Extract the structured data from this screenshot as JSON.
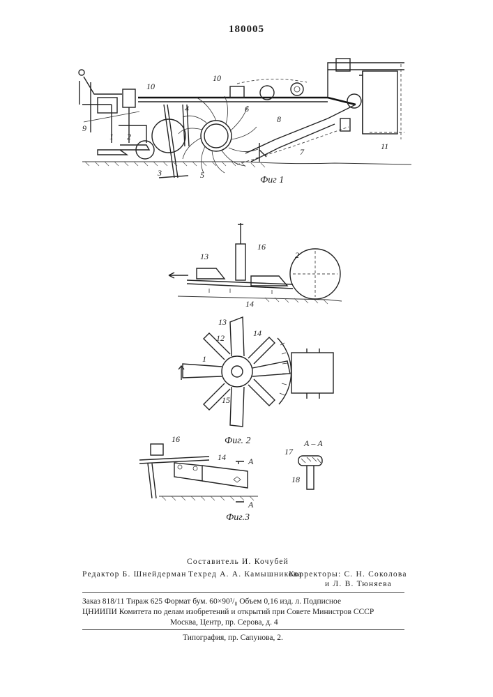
{
  "header": {
    "doc_number": "180005"
  },
  "figures": {
    "fig1": {
      "caption": "Фиг 1",
      "labels": [
        "1",
        "2",
        "3",
        "4",
        "5",
        "6",
        "7",
        "8",
        "9",
        "10",
        "10",
        "11"
      ]
    },
    "fig2": {
      "caption": "Фиг. 2",
      "top_labels": [
        "16",
        "13",
        "2",
        "14"
      ],
      "bottom_labels": [
        "13",
        "12",
        "14",
        "1",
        "15"
      ]
    },
    "fig3": {
      "caption": "Фиг.3",
      "labels": [
        "16",
        "14",
        "A",
        "A"
      ],
      "section_title": "А – А",
      "section_labels": [
        "17",
        "18"
      ]
    }
  },
  "colophon": {
    "compiler": "Составитель И. Кочубей",
    "editor": "Редактор Б. Шнейдерман",
    "techred": "Техред А. А. Камышникова",
    "correctors_1": "Корректоры: С. Н. Соколова",
    "correctors_2": "и Л. В. Тюняева",
    "order_line": "Заказ 818/11   Тираж 625   Формат бум. 60×90¹/₈   Объем 0,16 изд. л.  Подписное",
    "org_line": "ЦНИИПИ Комитета по делам изобретений и открытий при Совете Министров СССР",
    "address_line": "Москва, Центр, пр. Серова, д. 4",
    "printer_line": "Типография, пр. Сапунова, 2."
  }
}
